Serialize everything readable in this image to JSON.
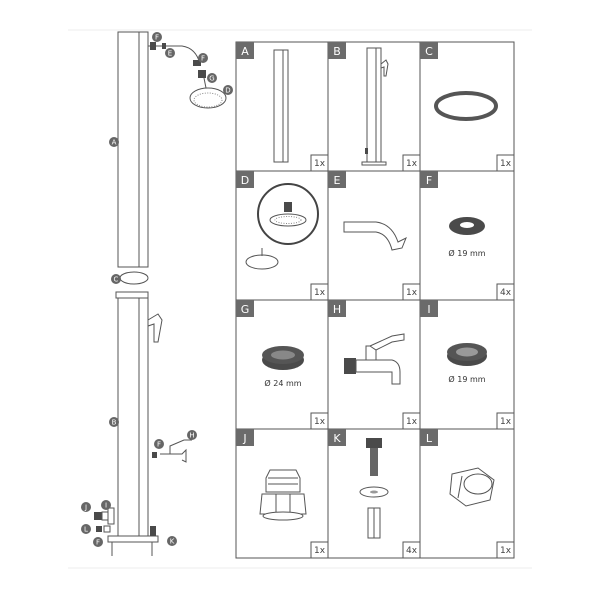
{
  "parts": [
    {
      "letter": "A",
      "qty": "1x",
      "dim": ""
    },
    {
      "letter": "B",
      "qty": "1x",
      "dim": ""
    },
    {
      "letter": "C",
      "qty": "1x",
      "dim": ""
    },
    {
      "letter": "D",
      "qty": "1x",
      "dim": ""
    },
    {
      "letter": "E",
      "qty": "1x",
      "dim": ""
    },
    {
      "letter": "F",
      "qty": "4x",
      "dim": "Ø 19 mm"
    },
    {
      "letter": "G",
      "qty": "1x",
      "dim": "Ø 24 mm"
    },
    {
      "letter": "H",
      "qty": "1x",
      "dim": ""
    },
    {
      "letter": "I",
      "qty": "1x",
      "dim": "Ø 19 mm"
    },
    {
      "letter": "J",
      "qty": "1x",
      "dim": ""
    },
    {
      "letter": "K",
      "qty": "4x",
      "dim": ""
    },
    {
      "letter": "L",
      "qty": "1x",
      "dim": ""
    }
  ],
  "callouts": {
    "A": "A",
    "B": "B",
    "C": "C",
    "D": "D",
    "E": "E",
    "F": "F",
    "G": "G",
    "H": "H",
    "I": "I",
    "J": "J",
    "K": "K",
    "L": "L"
  },
  "colors": {
    "header": "#6b6b6b",
    "grid": "#555555",
    "callout": "#666666"
  }
}
